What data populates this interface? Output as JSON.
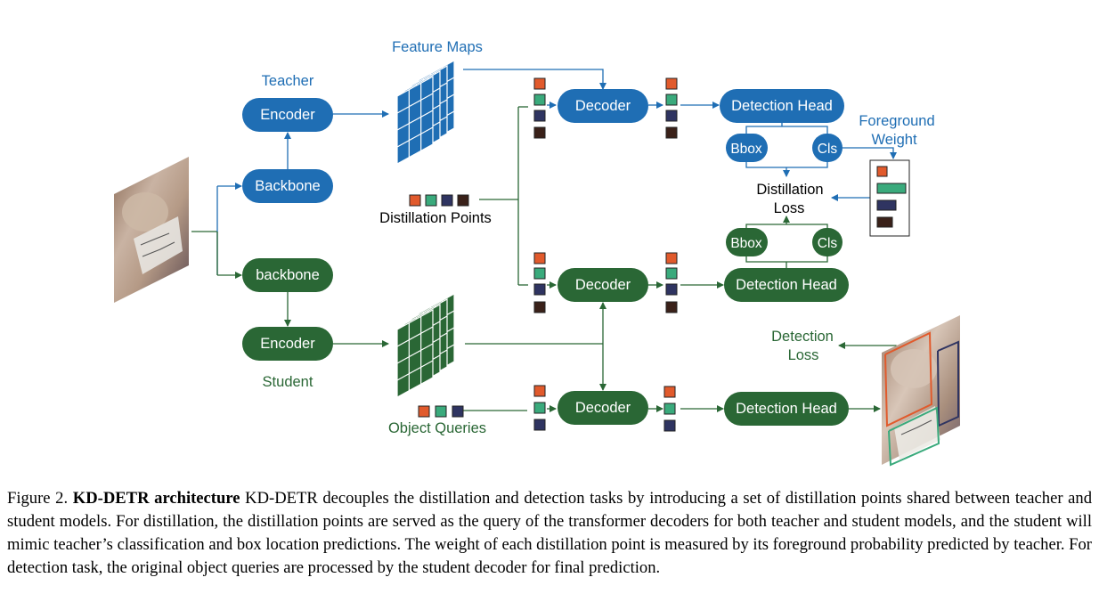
{
  "colors": {
    "teacher": "#1f6eb4",
    "student": "#2a6735",
    "red": "#e15a2c",
    "green": "#3aaa7c",
    "navy": "#2f3461",
    "brown": "#3a2119"
  },
  "diagram": {
    "teacher_label": "Teacher",
    "student_label": "Student",
    "feature_maps_label": "Feature Maps",
    "distillation_points_label": "Distillation Points",
    "object_queries_label": "Object Queries",
    "foreground_weight_label": [
      "Foreground",
      "Weight"
    ],
    "distillation_loss_label": [
      "Distillation",
      "Loss"
    ],
    "detection_loss_label": [
      "Detection",
      "Loss"
    ],
    "nodes": {
      "t_encoder": "Encoder",
      "t_backbone": "Backbone",
      "s_backbone": "backbone",
      "s_encoder": "Encoder",
      "t_decoder": "Decoder",
      "s_decoder_distill": "Decoder",
      "s_decoder_detect": "Decoder",
      "t_head": "Detection Head",
      "s_head_distill": "Detection Head",
      "s_head_detect": "Detection Head",
      "t_bbox": "Bbox",
      "t_cls": "Cls",
      "s_bbox": "Bbox",
      "s_cls": "Cls"
    }
  },
  "caption": {
    "prefix": "Figure 2. ",
    "title": "KD-DETR architecture",
    "body": " KD-DETR decouples the distillation and detection tasks by introducing a set of distillation points shared between teacher and student models. For distillation, the distillation points are served as the query of the transformer decoders for both teacher and student models, and the student will mimic teacher’s classification and box location predictions. The weight of each distillation point is measured by its foreground probability predicted by teacher. For detection task, the original object queries are processed by the student decoder for final prediction."
  }
}
